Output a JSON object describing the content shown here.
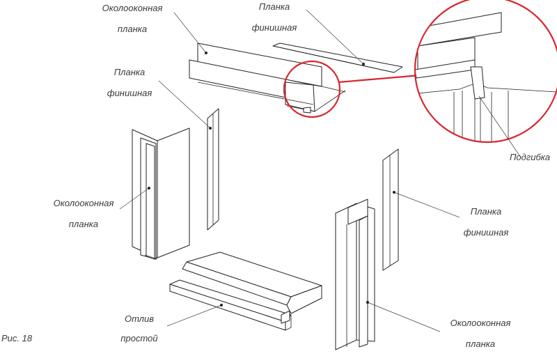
{
  "labels": {
    "top_window_plank": [
      "Околооконная",
      "планка"
    ],
    "top_finish_plank": [
      "Планка",
      "финишная"
    ],
    "left_finish_plank": [
      "Планка",
      "финишная"
    ],
    "left_window_plank": [
      "Околооконная",
      "планка"
    ],
    "right_finish_plank": [
      "Планка",
      "финишная"
    ],
    "right_window_plank": [
      "Околооконная",
      "планка"
    ],
    "sill": [
      "Отлив",
      "простой"
    ],
    "bend": "Подгибка"
  },
  "figure_caption": "Рис. 18",
  "colors": {
    "line": "#222222",
    "callout": "#d7262e",
    "text": "#3a3a3a"
  }
}
